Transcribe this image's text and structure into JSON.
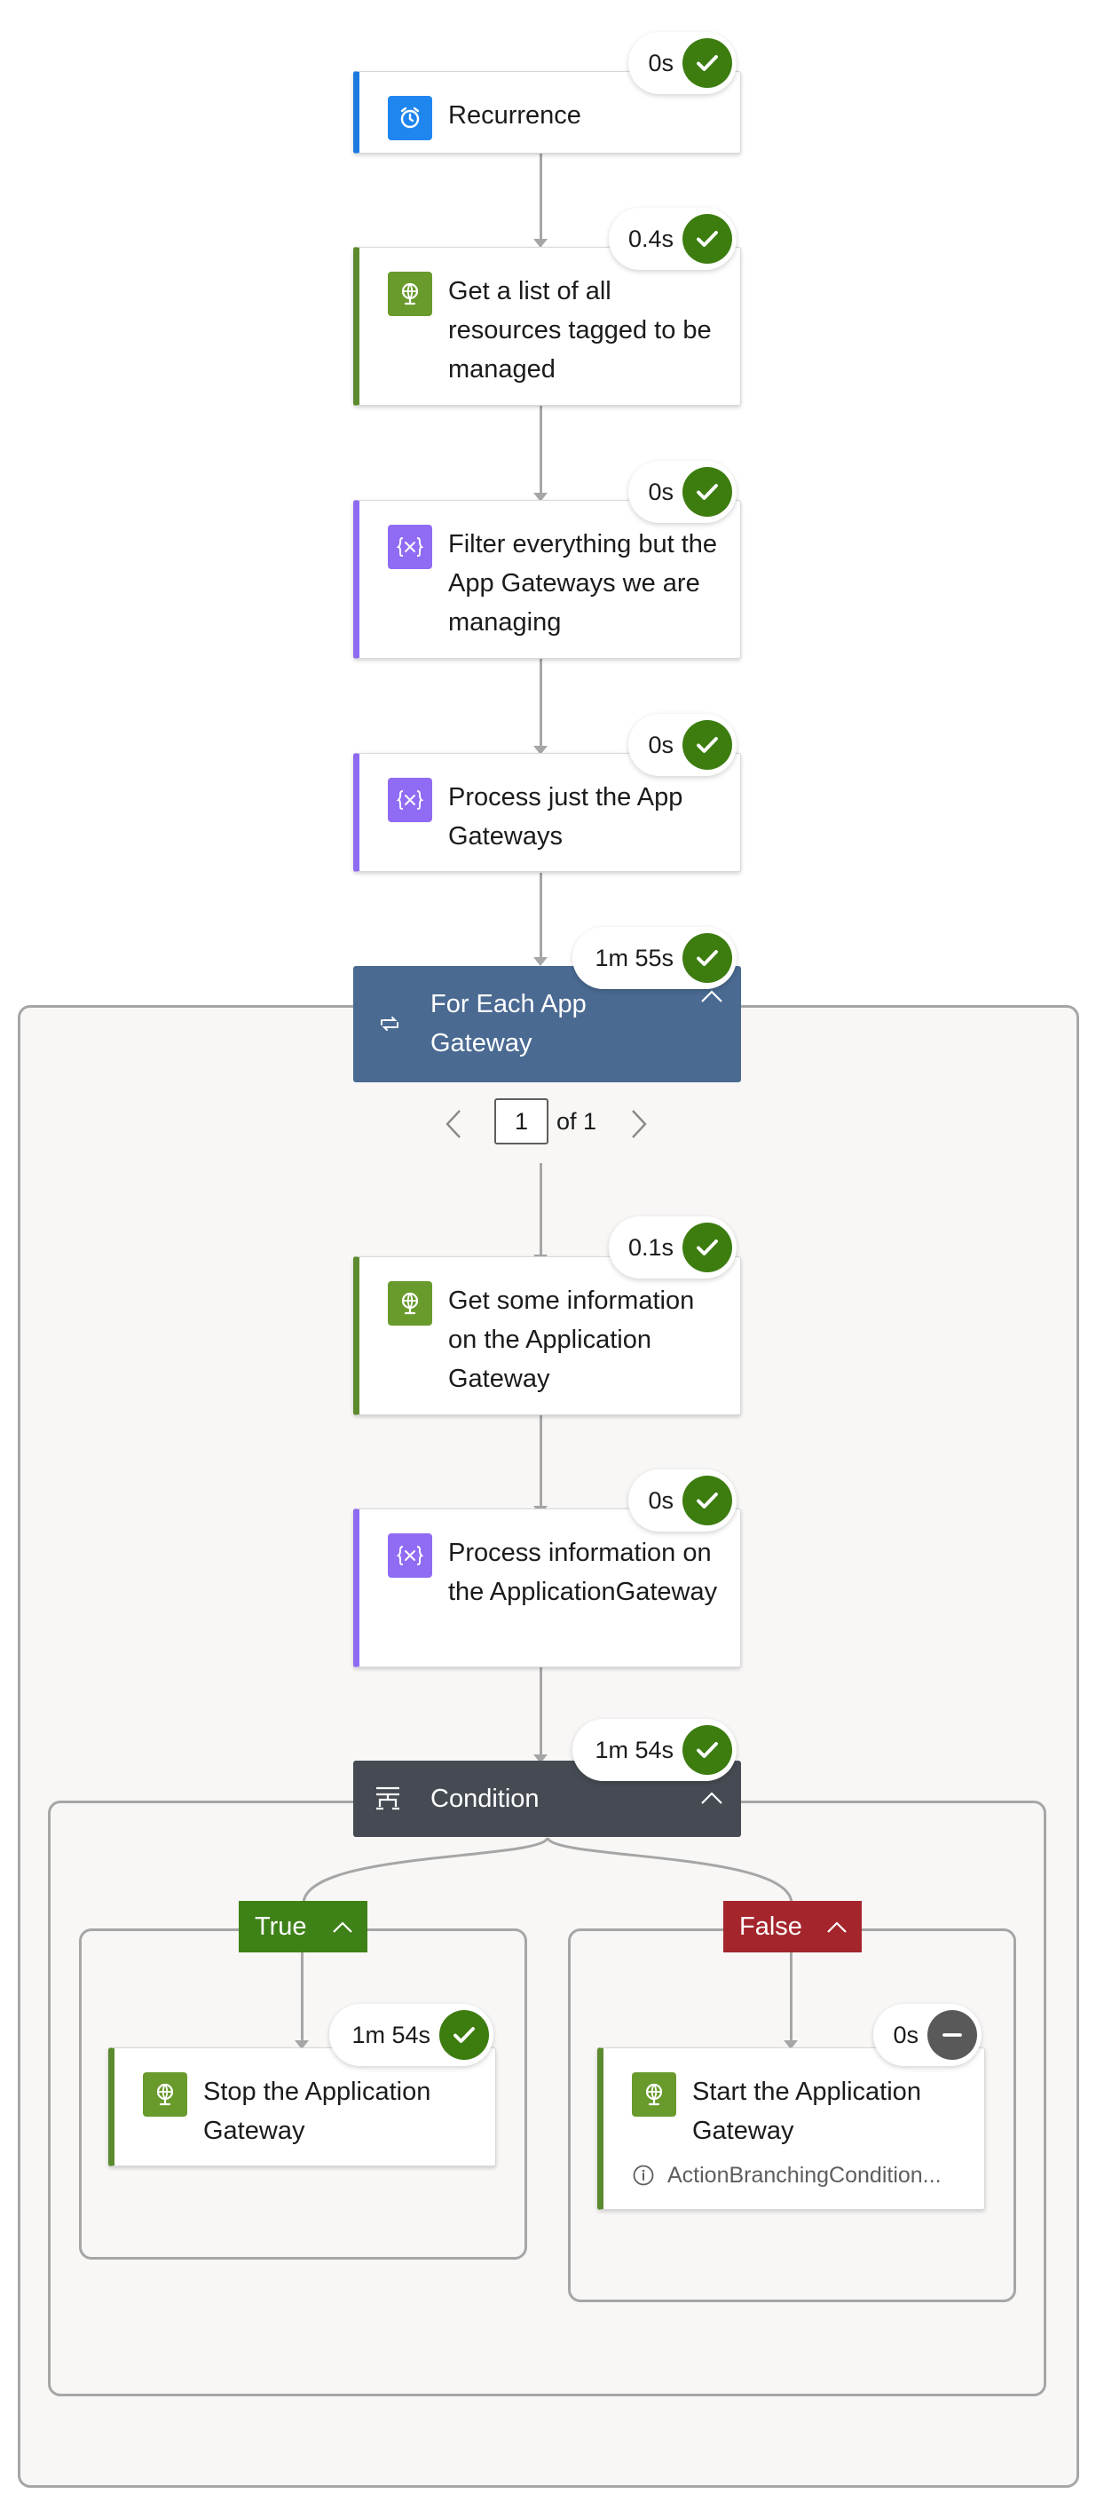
{
  "steps": {
    "recurrence": {
      "title": "Recurrence",
      "duration": "0s",
      "icon": "alarm-clock-icon"
    },
    "get_resources": {
      "title": "Get a list of all resources tagged to be managed",
      "duration": "0.4s",
      "icon": "globe-icon"
    },
    "filter": {
      "title": "Filter everything but the App Gateways we are managing",
      "duration": "0s",
      "icon": "variable-braces-icon"
    },
    "process_gateways": {
      "title": "Process just the App Gateways",
      "duration": "0s",
      "icon": "variable-braces-icon"
    },
    "for_each": {
      "title": "For Each App Gateway",
      "duration": "1m 55s",
      "icon": "loop-icon"
    },
    "get_info": {
      "title": "Get some information on the Application Gateway",
      "duration": "0.1s",
      "icon": "globe-icon"
    },
    "process_info": {
      "title": "Process information on the ApplicationGateway",
      "duration": "0s",
      "icon": "variable-braces-icon"
    },
    "condition": {
      "title": "Condition",
      "duration": "1m 54s",
      "icon": "condition-icon"
    },
    "stop": {
      "title": "Stop the Application Gateway",
      "duration": "1m 54s",
      "icon": "globe-icon"
    },
    "start": {
      "title": "Start the Application Gateway",
      "duration": "0s",
      "note": "ActionBranchingCondition...",
      "icon": "globe-icon"
    }
  },
  "pager": {
    "current": "1",
    "of_label": "of 1"
  },
  "branches": {
    "true_label": "True",
    "false_label": "False"
  },
  "colors": {
    "success": "#3d7d10",
    "skipped": "#595959",
    "for_each_header": "#4a6a92",
    "condition_header": "#464b53",
    "true_branch": "#3e8117",
    "false_branch": "#a4262c",
    "action_green": "#5c8a2e",
    "action_purple": "#8d6af2",
    "action_blue": "#1a7ae0"
  }
}
